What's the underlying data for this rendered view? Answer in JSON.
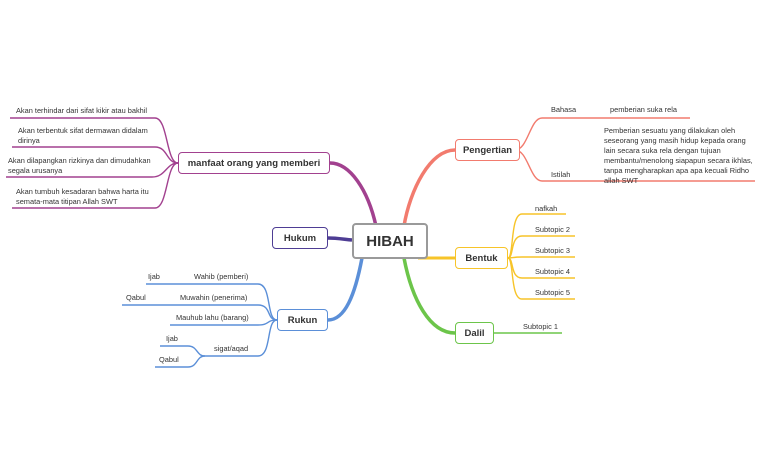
{
  "central": "HIBAH",
  "colors": {
    "central_border": "#9a9a9a",
    "pengertian": "#f27b6e",
    "bentuk": "#f7c429",
    "dalil": "#6cc54a",
    "rukun": "#5b8fd8",
    "hukum": "#4e3d94",
    "manfaat": "#a2418f"
  },
  "pengertian": {
    "title": "Pengertian",
    "bahasa_label": "Bahasa",
    "bahasa_value": "pemberian suka rela",
    "istilah_label": "Istilah",
    "istilah_value": "Pemberian sesuatu yang dilakukan oleh seseorang yang masih hidup kepada orang lain secara suka rela dengan tujuan membantu/menolong siapapun secara ikhlas, tanpa mengharapkan apa apa kecuali Ridho allah SWT"
  },
  "bentuk": {
    "title": "Bentuk",
    "items": [
      "nafkah",
      "Subtopic 2",
      "Subtopic 3",
      "Subtopic 4",
      "Subtopic 5"
    ]
  },
  "dalil": {
    "title": "Dalil",
    "items": [
      "Subtopic 1"
    ]
  },
  "hukum": {
    "title": "Hukum"
  },
  "rukun": {
    "title": "Rukun",
    "wahib": "Wahib (pemberi)",
    "wahib_child": "Ijab",
    "muwahin": "Muwahin (penerima)",
    "muwahin_child": "Qabul",
    "mauhub": "Mauhub lahu (barang)",
    "sigat": "sigat/aqad",
    "sigat_children": [
      "Ijab",
      "Qabul"
    ]
  },
  "manfaat": {
    "title": "manfaat orang yang memberi",
    "items": [
      "Akan terhindar dari sifat kikir atau bakhil",
      "Akan terbentuk sifat dermawan didalam dirinya",
      "Akan dilapangkan rizkinya dan dimudahkan segala urusanya",
      "Akan tumbuh kesadaran bahwa harta itu semata-mata titipan Allah SWT"
    ]
  }
}
